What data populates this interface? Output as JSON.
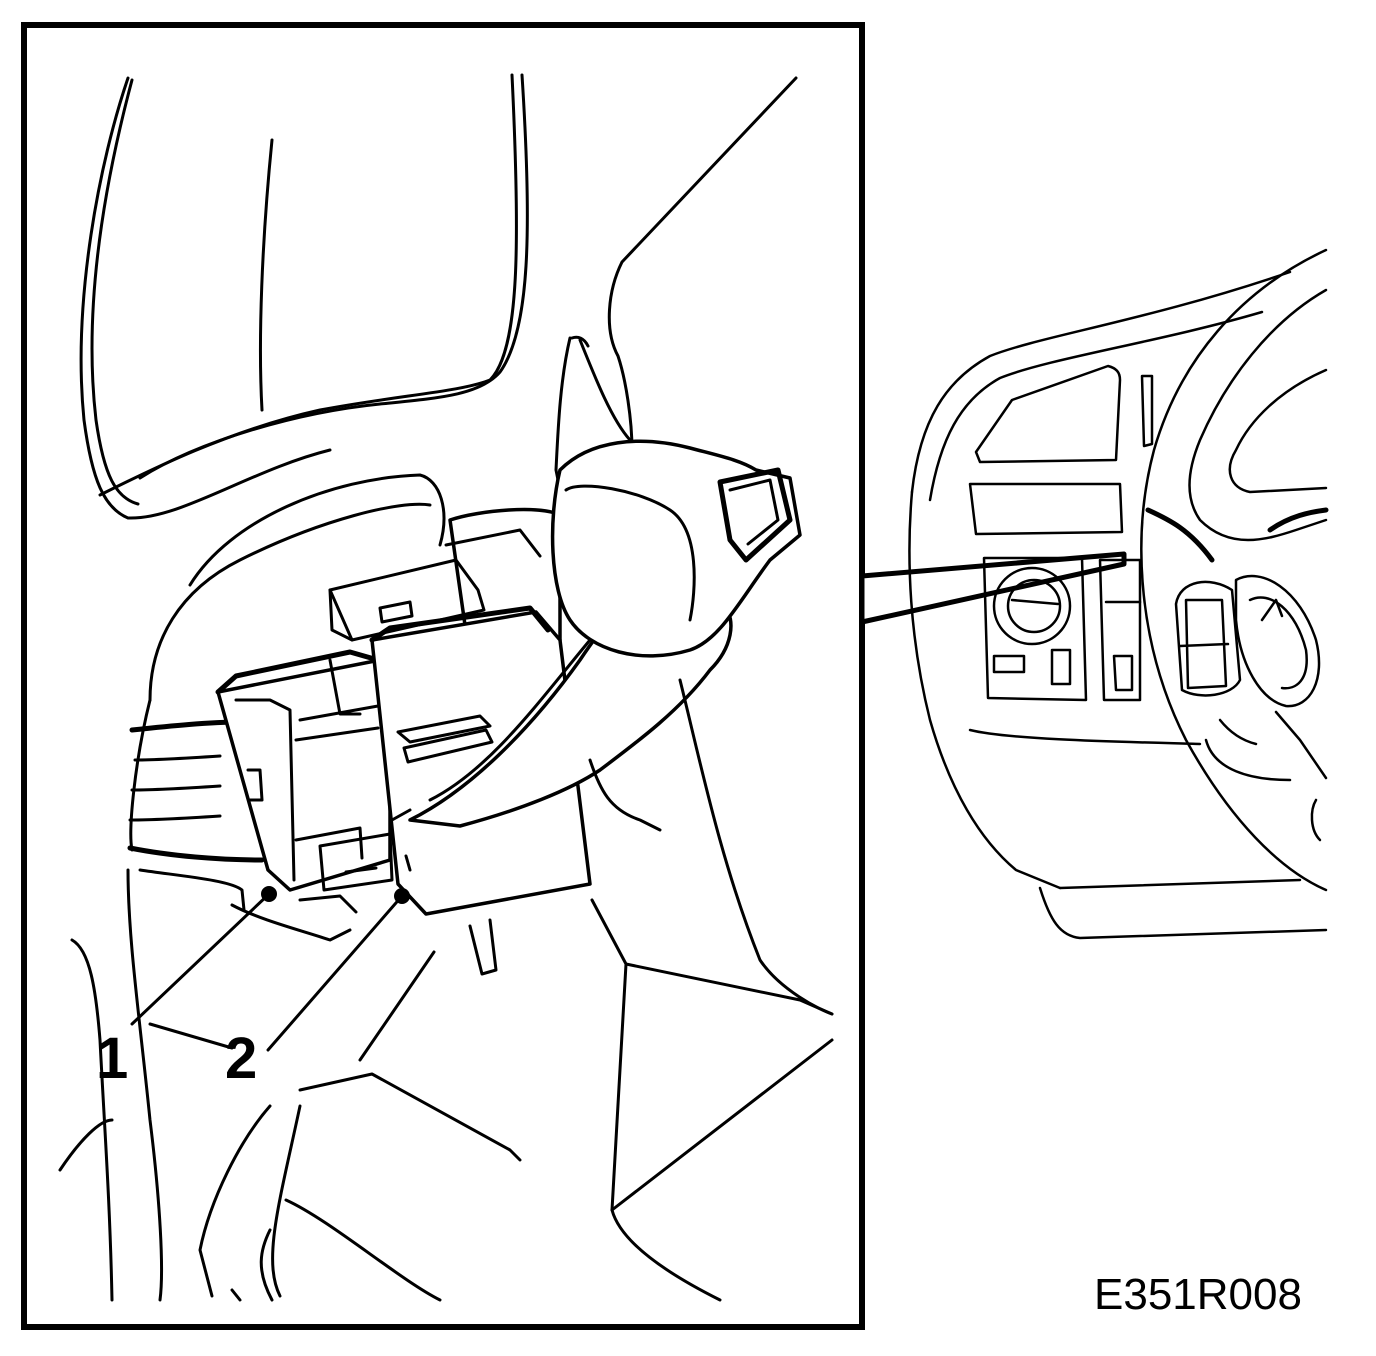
{
  "figure": {
    "code": "E351R008",
    "callouts": [
      {
        "number": "1"
      },
      {
        "number": "2"
      }
    ]
  },
  "colors": {
    "ink": "#000000",
    "paper": "#ffffff"
  }
}
